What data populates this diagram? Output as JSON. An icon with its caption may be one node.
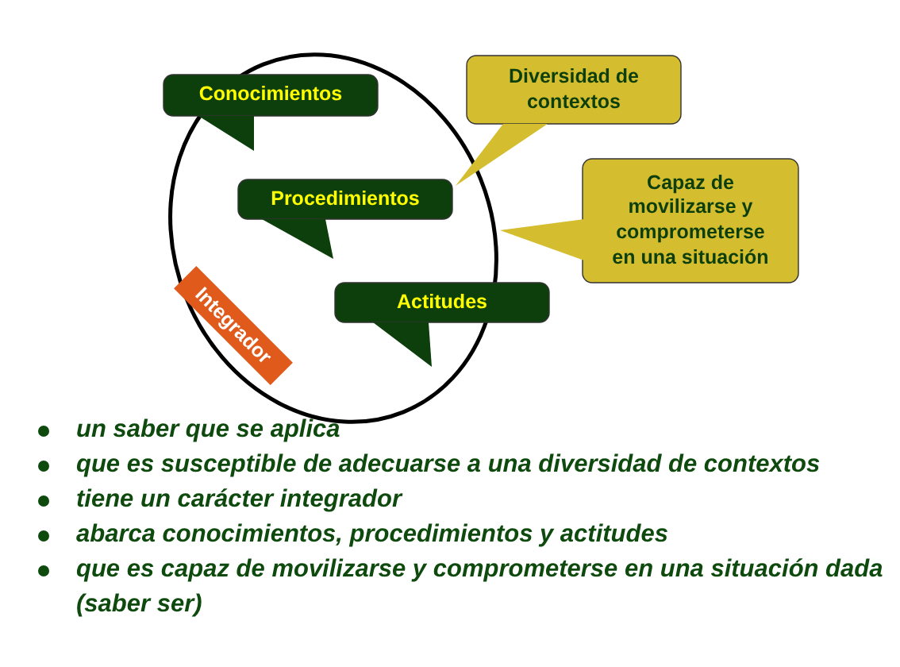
{
  "diagram": {
    "nodes": [
      {
        "text": [
          "Conocimientos"
        ]
      },
      {
        "text": [
          "Diversidad de contextos"
        ]
      },
      {
        "text": [
          "Procedimientos"
        ]
      },
      {
        "text": [
          "Capaz de movilizarse y comprometerse en una situación"
        ]
      },
      {
        "text": [
          "Integrador"
        ]
      },
      {
        "text": [
          "Actitudes"
        ]
      }
    ],
    "edges": [],
    "labels": [
      "un saber que se aplica",
      "que es susceptible de adecuarse a una diversidad de contextos",
      "tiene un carácter integrador",
      "abarca conocimientos, procedimientos y actitudes",
      "que es capaz de movilizarse y comprometerse en una situación dada (saber ser)"
    ]
  }
}
